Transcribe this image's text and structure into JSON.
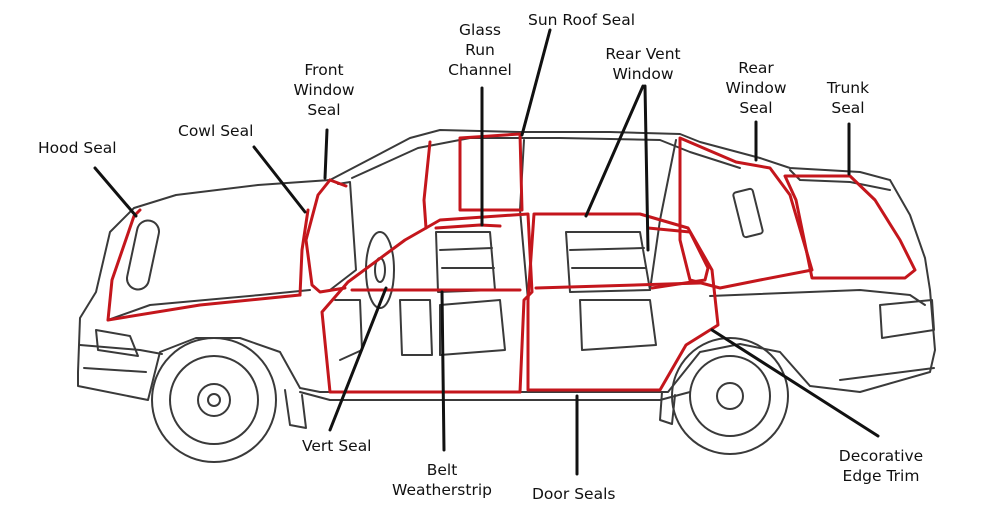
{
  "colors": {
    "outline": "#3a3a3a",
    "seal": "#c4161c",
    "leader": "#111111",
    "text": "#111111"
  },
  "labels": {
    "hood_seal": [
      "Hood Seal"
    ],
    "cowl_seal": [
      "Cowl Seal"
    ],
    "front_window_seal": [
      "Front",
      "Window",
      "Seal"
    ],
    "glass_run_channel": [
      "Glass",
      "Run",
      "Channel"
    ],
    "sun_roof_seal": [
      "Sun Roof Seal"
    ],
    "rear_vent_window": [
      "Rear Vent",
      "Window"
    ],
    "rear_window_seal": [
      "Rear",
      "Window",
      "Seal"
    ],
    "trunk_seal": [
      "Trunk",
      "Seal"
    ],
    "vert_seal": [
      "Vert Seal"
    ],
    "belt_weatherstrip": [
      "Belt",
      "Weatherstrip"
    ],
    "door_seals": [
      "Door Seals"
    ],
    "decorative_edge_trim": [
      "Decorative",
      "Edge Trim"
    ]
  }
}
